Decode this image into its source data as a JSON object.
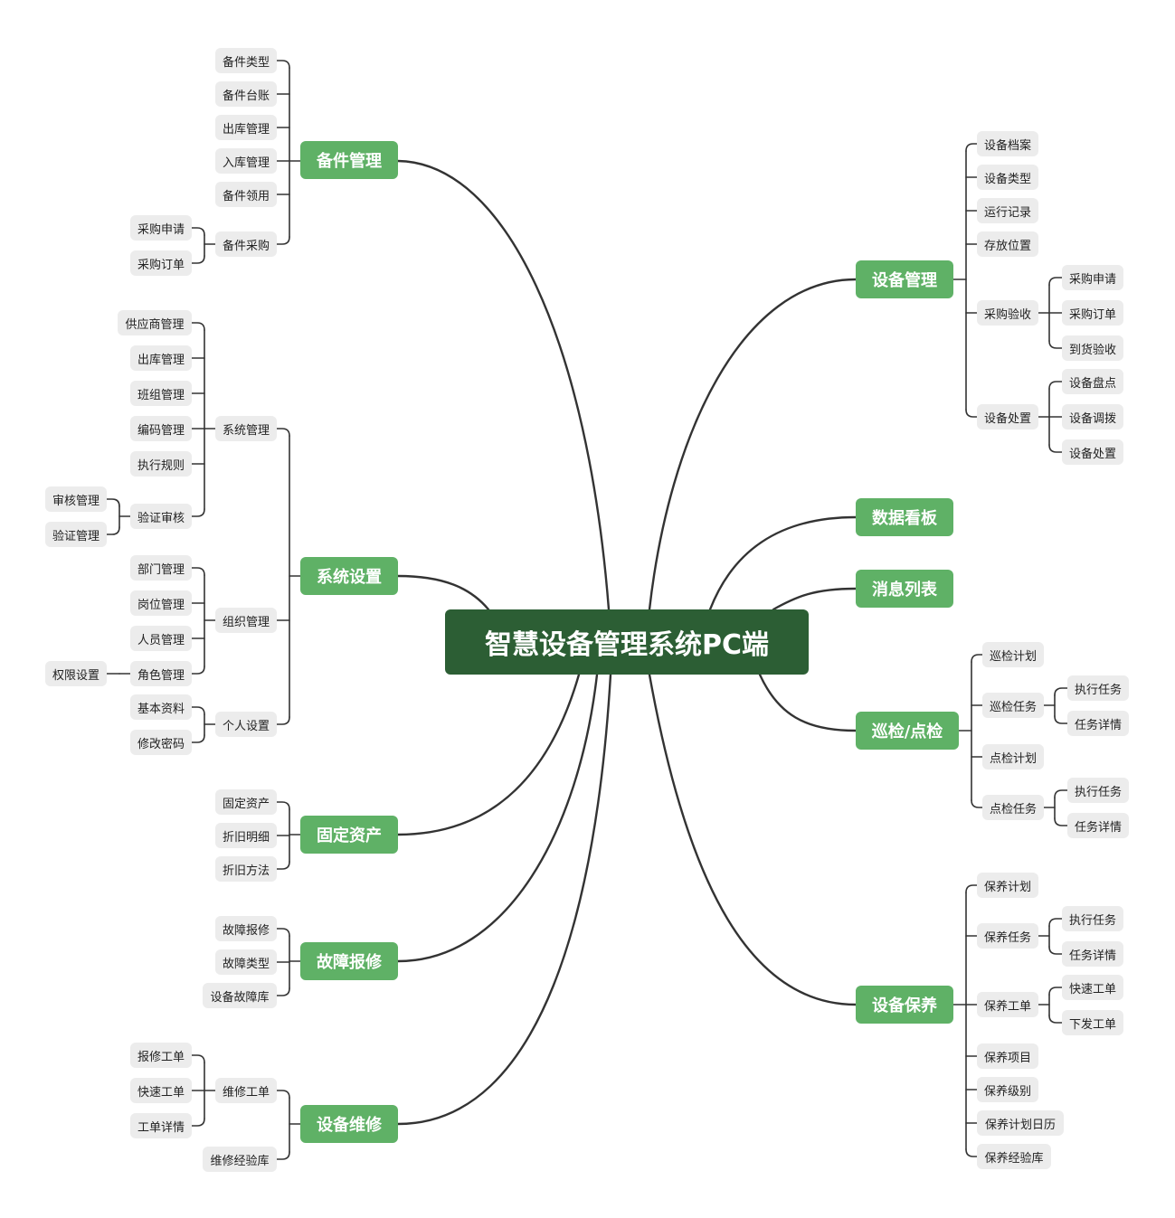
{
  "center": "智慧设备管理系统PC端",
  "colors": {
    "center": "#2c5e34",
    "branch": "#5fb166",
    "leaf": "#ececec",
    "line": "#333333"
  },
  "left": {
    "spare_parts": {
      "title": "备件管理",
      "items": [
        "备件类型",
        "备件台账",
        "出库管理",
        "入库管理",
        "备件领用",
        "备件采购"
      ],
      "purchase_children": [
        "采购申请",
        "采购订单"
      ]
    },
    "system_settings": {
      "title": "系统设置",
      "system_mgmt": {
        "label": "系统管理",
        "items": [
          "供应商管理",
          "出库管理",
          "班组管理",
          "编码管理",
          "执行规则",
          "验证审核"
        ],
        "verify_children": [
          "审核管理",
          "验证管理"
        ]
      },
      "org_mgmt": {
        "label": "组织管理",
        "items": [
          "部门管理",
          "岗位管理",
          "人员管理",
          "角色管理"
        ],
        "role_children": [
          "权限设置"
        ]
      },
      "personal": {
        "label": "个人设置",
        "items": [
          "基本资料",
          "修改密码"
        ]
      }
    },
    "fixed_assets": {
      "title": "固定资产",
      "items": [
        "固定资产",
        "折旧明细",
        "折旧方法"
      ]
    },
    "fault_report": {
      "title": "故障报修",
      "items": [
        "故障报修",
        "故障类型",
        "设备故障库"
      ]
    },
    "maintenance_repair": {
      "title": "设备维修",
      "work_order": {
        "label": "维修工单",
        "items": [
          "报修工单",
          "快速工单",
          "工单详情"
        ]
      },
      "experience": "维修经验库"
    }
  },
  "right": {
    "equipment": {
      "title": "设备管理",
      "items": [
        "设备档案",
        "设备类型",
        "运行记录",
        "存放位置",
        "采购验收",
        "设备处置"
      ],
      "acceptance_children": [
        "采购申请",
        "采购订单",
        "到货验收"
      ],
      "disposal_children": [
        "设备盘点",
        "设备调拨",
        "设备处置"
      ]
    },
    "dashboard": {
      "title": "数据看板"
    },
    "messages": {
      "title": "消息列表"
    },
    "inspection": {
      "title": "巡检/点检",
      "items": [
        "巡检计划",
        "巡检任务",
        "点检计划",
        "点检任务"
      ],
      "patrol_task_children": [
        "执行任务",
        "任务详情"
      ],
      "spot_task_children": [
        "执行任务",
        "任务详情"
      ]
    },
    "upkeep": {
      "title": "设备保养",
      "items": [
        "保养计划",
        "保养任务",
        "保养工单",
        "保养项目",
        "保养级别",
        "保养计划日历",
        "保养经验库"
      ],
      "task_children": [
        "执行任务",
        "任务详情"
      ],
      "order_children": [
        "快速工单",
        "下发工单"
      ]
    }
  }
}
